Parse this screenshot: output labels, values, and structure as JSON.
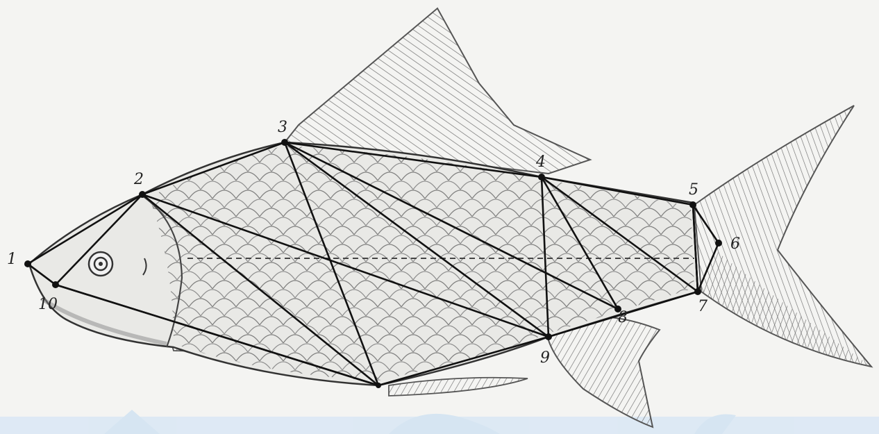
{
  "landmarks": [
    {
      "id": "lm-1",
      "label": "1"
    },
    {
      "id": "lm-2",
      "label": "2"
    },
    {
      "id": "lm-3",
      "label": "3"
    },
    {
      "id": "lm-4",
      "label": "4"
    },
    {
      "id": "lm-5",
      "label": "5"
    },
    {
      "id": "lm-6",
      "label": "6"
    },
    {
      "id": "lm-7",
      "label": "7"
    },
    {
      "id": "lm-8",
      "label": "8"
    },
    {
      "id": "lm-9",
      "label": "9"
    },
    {
      "id": "lm-10",
      "label": "10"
    }
  ],
  "colors": {
    "paper": "#f4f4f2",
    "ink": "#2a2a2a",
    "pencil": "#6b6b6b",
    "watermark": "#d8e7f4"
  }
}
